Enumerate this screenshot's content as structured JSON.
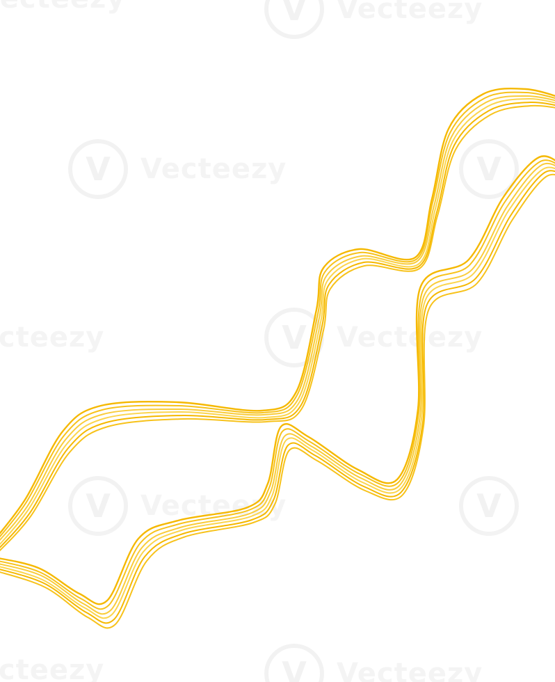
{
  "image": {
    "background_color": "#ffffff",
    "subject": "yellow wavy line ribbons",
    "line_colors": [
      "#f5b800",
      "#f7c21a",
      "#f9cc3a",
      "#fbd54d"
    ]
  },
  "watermark": {
    "brand": "Vecteezy",
    "logo_glyph": "V",
    "color": "#e4e4e4"
  }
}
